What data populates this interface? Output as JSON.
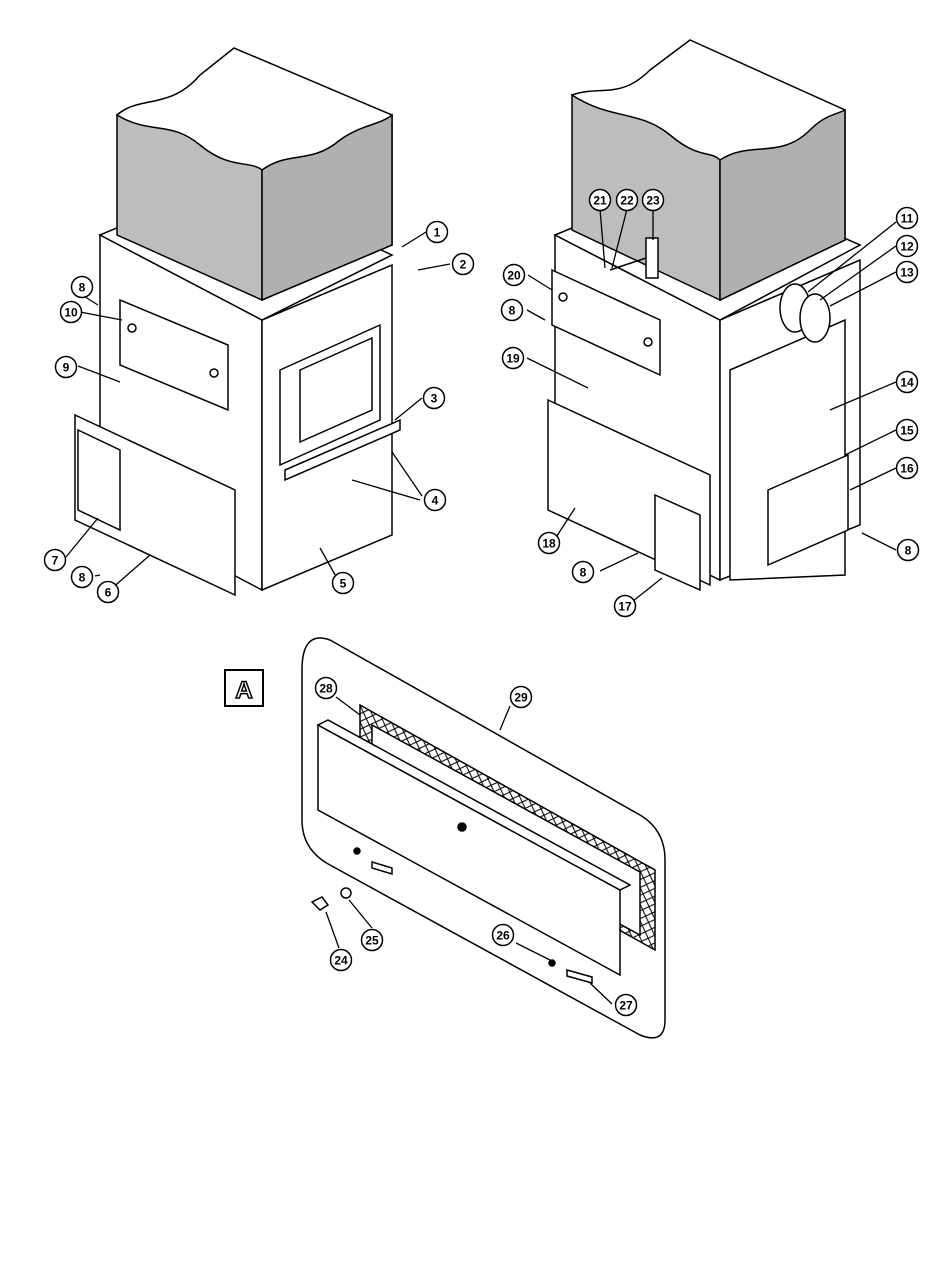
{
  "diagram": {
    "callouts": [
      "1",
      "2",
      "3",
      "4",
      "5",
      "6",
      "7",
      "8",
      "9",
      "10",
      "11",
      "12",
      "13",
      "14",
      "15",
      "16",
      "17",
      "18",
      "19",
      "20",
      "21",
      "22",
      "23",
      "24",
      "25",
      "26",
      "27",
      "28",
      "29"
    ],
    "detail_label": "A"
  }
}
